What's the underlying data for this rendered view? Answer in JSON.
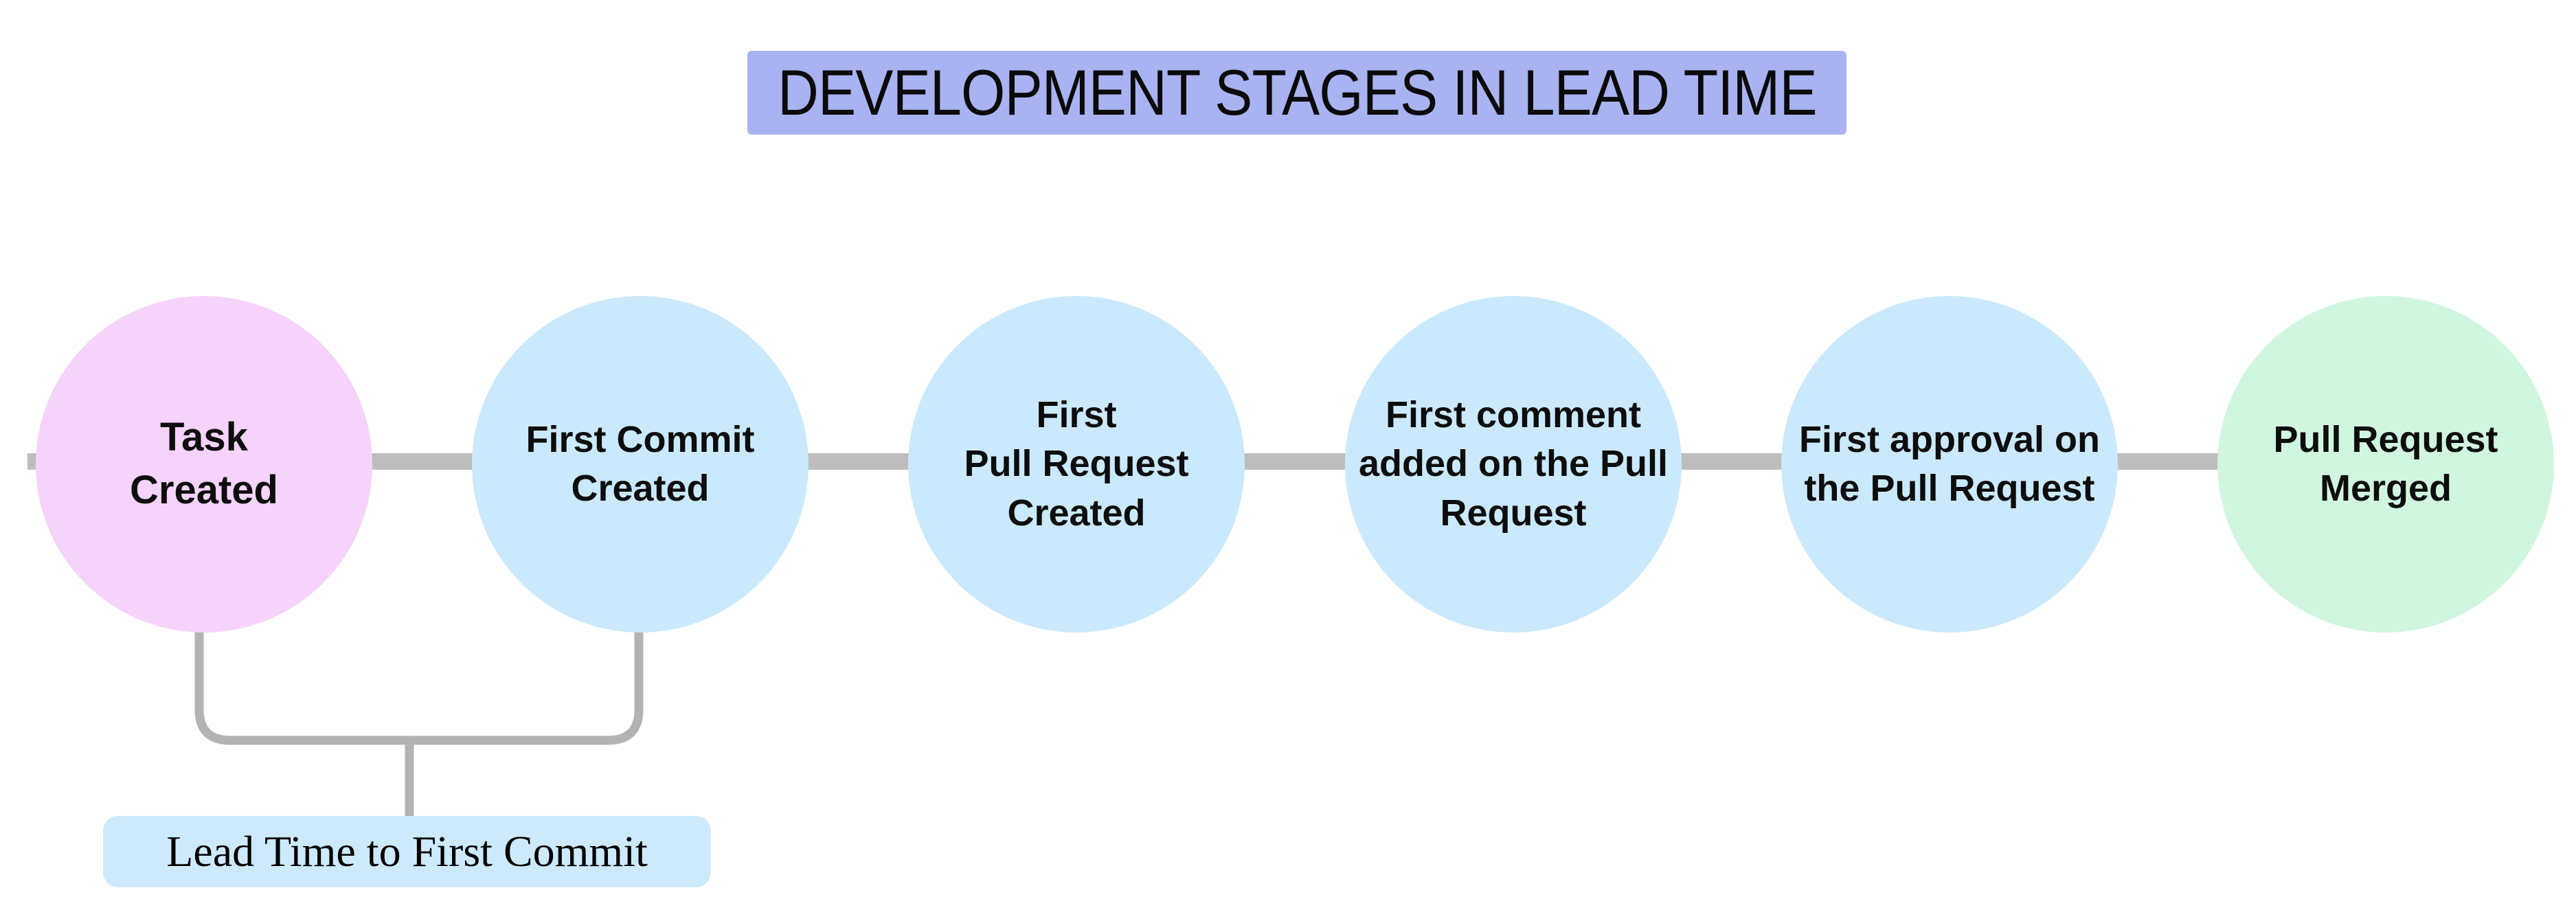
{
  "title": {
    "text": "DEVELOPMENT STAGES IN LEAD TIME",
    "background": "#a9b3f1"
  },
  "stages": [
    {
      "label": "Task\nCreated",
      "color": "#f5d3fb"
    },
    {
      "label": "First Commit\nCreated",
      "color": "#cbe9fc"
    },
    {
      "label": "First\nPull Request\nCreated",
      "color": "#cbe9fc"
    },
    {
      "label": "First comment\nadded on the Pull\nRequest",
      "color": "#cbe9fc"
    },
    {
      "label": "First approval on\nthe Pull Request",
      "color": "#cbe9fc"
    },
    {
      "label": "Pull Request\nMerged",
      "color": "#d1f6df"
    }
  ],
  "connector": {
    "color": "#bdbdbd"
  },
  "bracket": {
    "color": "#b3b3b3",
    "label": "Lead Time to First Commit",
    "label_background": "#cdeafc"
  }
}
